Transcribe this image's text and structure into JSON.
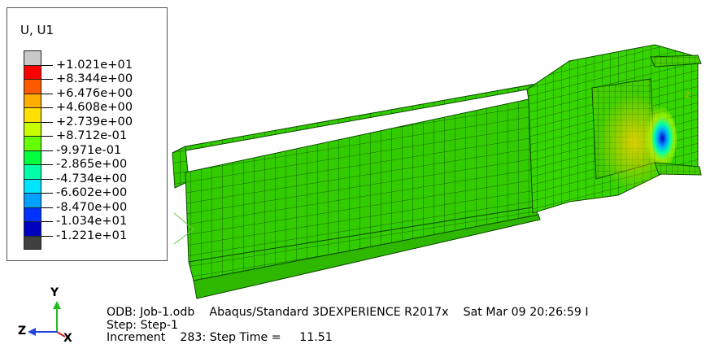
{
  "legend": {
    "title": "U, U1",
    "colors": [
      "#c8c8c8",
      "#ff0000",
      "#ff5a00",
      "#ffae00",
      "#ffe000",
      "#c8ff00",
      "#66ff00",
      "#00ff3c",
      "#00ffa8",
      "#00e5ff",
      "#00a0ff",
      "#0032ff",
      "#0000c0",
      "#404040"
    ],
    "labels": [
      "+1.021e+01",
      "+8.344e+00",
      "+6.476e+00",
      "+4.608e+00",
      "+2.739e+00",
      "+8.712e-01",
      "-9.971e-01",
      "-2.865e+00",
      "-4.734e+00",
      "-6.602e+00",
      "-8.470e+00",
      "-1.034e+01",
      "-1.221e+01"
    ]
  },
  "model": {
    "mesh_color": "#33cc00",
    "edge_color": "#0c4a00"
  },
  "triad": {
    "y": "Y",
    "z": "Z",
    "x": "X"
  },
  "info": {
    "odb": "ODB: Job-1.odb",
    "solver": "Abaqus/Standard 3DEXPERIENCE R2017x",
    "date": "Sat Mar 09 20:26:59 I",
    "step": "Step: Step-1",
    "increment": "Increment    283: Step Time =     11.51"
  },
  "axis_marker": "Z"
}
